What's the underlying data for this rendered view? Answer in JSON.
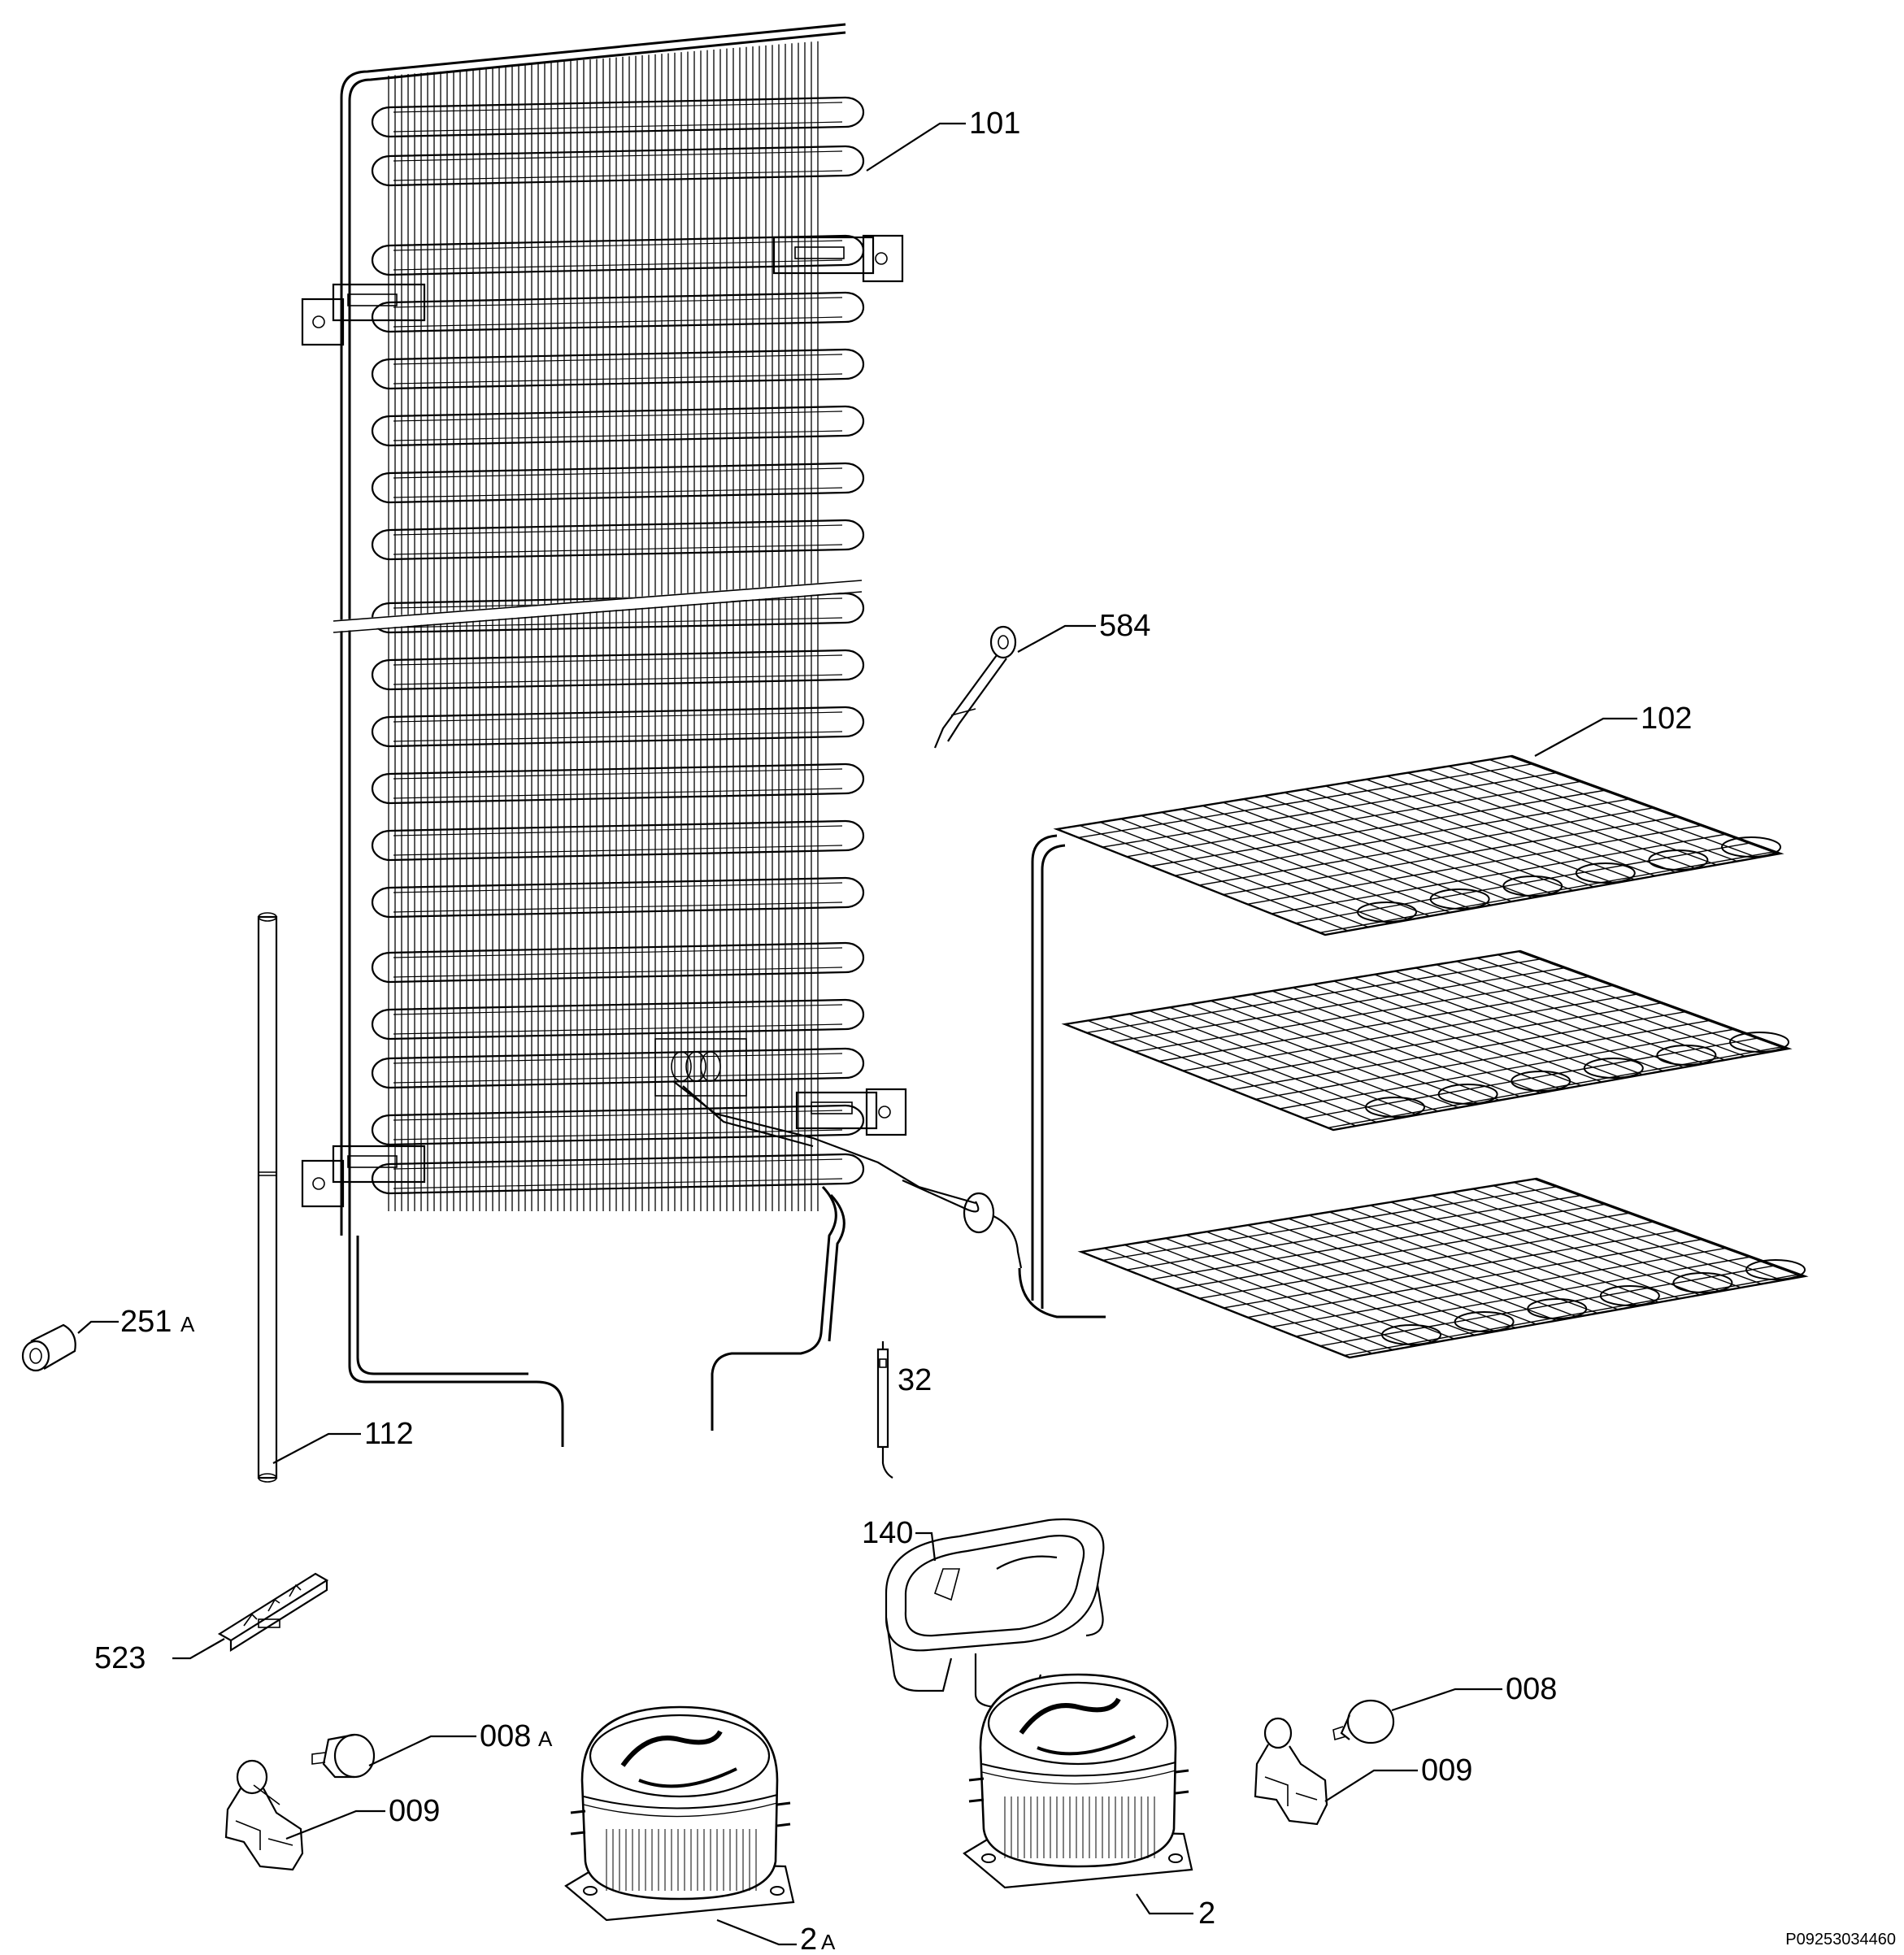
{
  "diagram": {
    "parts": [
      {
        "id": "condenser",
        "label": "101"
      },
      {
        "id": "evaporator",
        "label": "102"
      },
      {
        "id": "clip",
        "label": "584"
      },
      {
        "id": "cap-sleeve",
        "label": "251",
        "suffix": "A"
      },
      {
        "id": "tube",
        "label": "112"
      },
      {
        "id": "filter-drier",
        "label": "32"
      },
      {
        "id": "drip-tray",
        "label": "140"
      },
      {
        "id": "pcb",
        "label": "523"
      },
      {
        "id": "thermal-protector-a",
        "label": "008",
        "suffix": "A"
      },
      {
        "id": "relay-a",
        "label": "009"
      },
      {
        "id": "compressor-a",
        "label": "2",
        "suffix": "A"
      },
      {
        "id": "compressor-b",
        "label": "2"
      },
      {
        "id": "thermal-protector-b",
        "label": "008"
      },
      {
        "id": "relay-b",
        "label": "009"
      }
    ],
    "drawing_code": "P09253034460"
  }
}
